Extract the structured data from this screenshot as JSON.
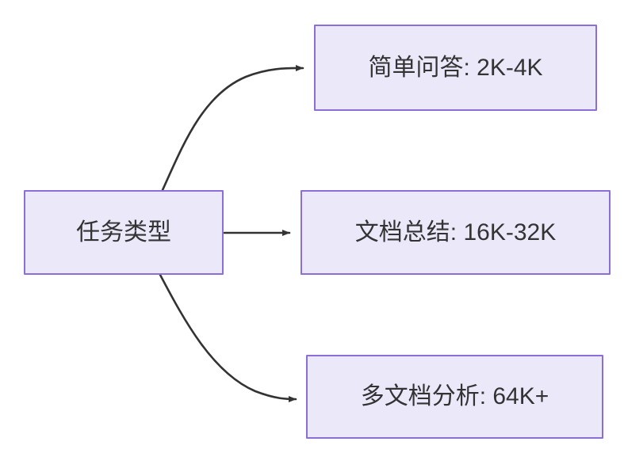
{
  "diagram": {
    "type": "flowchart",
    "direction": "left-to-right",
    "background_color": "#ffffff",
    "node_fill_color": "#ebe8fa",
    "node_border_color": "#8c6ed8",
    "node_text_color": "#333333",
    "edge_color": "#333333",
    "nodes": [
      {
        "id": "source",
        "label": "任务类型",
        "role": "root"
      },
      {
        "id": "simple",
        "label": "简单问答: 2K-4K",
        "role": "leaf"
      },
      {
        "id": "doc",
        "label": "文档总结: 16K-32K",
        "role": "leaf"
      },
      {
        "id": "multi",
        "label": "多文档分析: 64K+",
        "role": "leaf"
      }
    ],
    "edges": [
      {
        "from": "source",
        "to": "simple",
        "style": "curved",
        "arrow": "arrowhead-icon"
      },
      {
        "from": "source",
        "to": "doc",
        "style": "straight",
        "arrow": "arrowhead-icon"
      },
      {
        "from": "source",
        "to": "multi",
        "style": "curved",
        "arrow": "arrowhead-icon"
      }
    ]
  }
}
